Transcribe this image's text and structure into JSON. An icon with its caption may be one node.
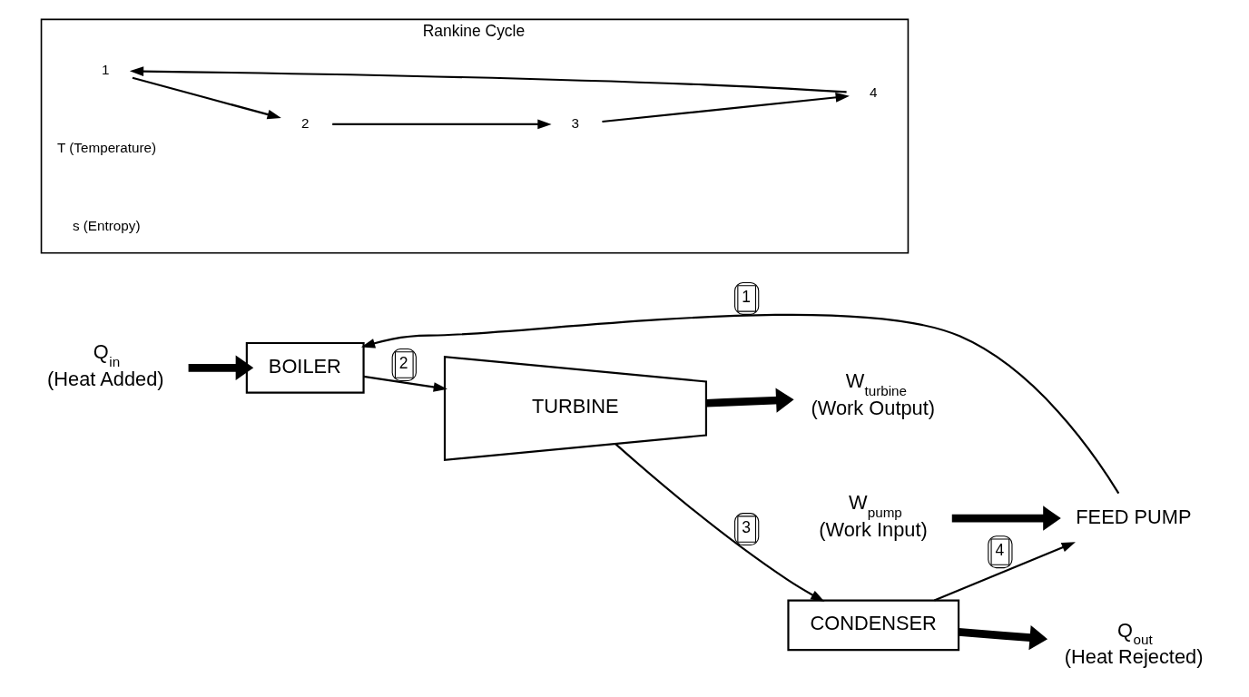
{
  "diagram": {
    "nodes": [
      {
        "text": [
          "BOILER"
        ]
      },
      {
        "text": [
          "TURBINE"
        ]
      },
      {
        "text": [
          "CONDENSER"
        ]
      },
      {
        "text": [
          "FEED PUMP"
        ]
      },
      {
        "text": [
          "Q$_{in}$",
          "(Heat Added)"
        ]
      },
      {
        "text": [
          "W$_{turbine}$",
          "(Work Output)"
        ]
      },
      {
        "text": [
          "Q$_{out}$",
          "(Heat Rejected)"
        ]
      },
      {
        "text": [
          "W$_{pump}$",
          "(Work Input)"
        ]
      },
      {
        "text": [
          "Rankine Cycle"
        ]
      },
      {
        "text": [
          "1"
        ],
        "in": 8
      },
      {
        "text": [
          "2"
        ],
        "in": 8
      },
      {
        "text": [
          "3"
        ],
        "in": 8
      },
      {
        "text": [
          "4"
        ],
        "in": 8
      }
    ],
    "edges": [
      {
        "from": 4,
        "to": 0,
        "arrow": "to",
        "style": "thick"
      },
      {
        "from": 0,
        "to": 1,
        "arrow": "to",
        "label": "2"
      },
      {
        "from": 1,
        "to": 5,
        "arrow": "to",
        "style": "thick"
      },
      {
        "from": 1,
        "to": 2,
        "arrow": "to",
        "label": "3"
      },
      {
        "from": 2,
        "to": 6,
        "arrow": "to",
        "style": "thick"
      },
      {
        "from": 2,
        "to": 3,
        "arrow": "to",
        "label": "4"
      },
      {
        "from": 7,
        "to": 3,
        "arrow": "to",
        "style": "thick"
      },
      {
        "from": 3,
        "to": 0,
        "arrow": "to",
        "label": "1"
      },
      {
        "from": 9,
        "to": 10,
        "arrow": "to"
      },
      {
        "from": 10,
        "to": 11,
        "arrow": "to"
      },
      {
        "from": 11,
        "to": 12,
        "arrow": "to"
      },
      {
        "from": 12,
        "to": 9,
        "arrow": "to"
      }
    ],
    "labels": [
      "T (Temperature)",
      "s (Entropy)"
    ]
  }
}
